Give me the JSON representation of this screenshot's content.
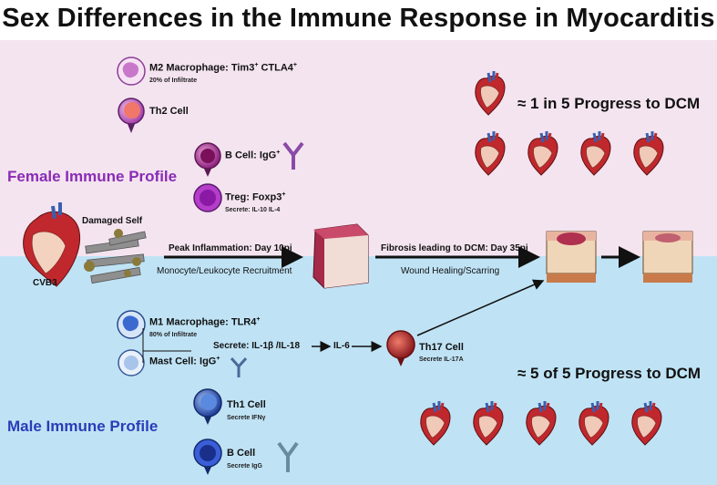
{
  "title": "Sex Differences in the Immune Response in Myocarditis",
  "female": {
    "profile_label": "Female Immune Profile",
    "m2_label": "M2 Macrophage: Tim3",
    "m2_sup1": "+",
    "m2_label2": " CTLA4",
    "m2_sup2": "+",
    "m2_sub": "20% of Infiltrate",
    "th2_label": "Th2 Cell",
    "bcell_label": "B Cell: IgG",
    "bcell_sup": "+",
    "treg_label": "Treg: Foxp3",
    "treg_sup": "+",
    "treg_sub": "Secrete: IL-10 IL-4",
    "outcome": "≈ 1 in 5 Progress to DCM"
  },
  "male": {
    "profile_label": "Male Immune Profile",
    "m1_label": "M1 Macrophage: TLR4",
    "m1_sup": "+",
    "m1_sub": "80% of Infiltrate",
    "mast_label": "Mast Cell: IgG",
    "mast_sup": "+",
    "secrete_label": "Secrete: IL-1β /IL-18",
    "il6_label": "IL-6",
    "th17_label": "Th17 Cell",
    "th17_sub": "Secrete IL-17A",
    "th1_label": "Th1 Cell",
    "th1_sub": "Secrete IFNγ",
    "bcell_label": "B Cell",
    "bcell_sub": "Secrete IgG",
    "outcome": "≈ 5 of 5 Progress to DCM"
  },
  "timeline": {
    "damaged_self": "Damaged Self",
    "cvb3": "CVB3",
    "peak": "Peak Inflammation: Day 10pi",
    "recruit": "Monocyte/Leukocyte Recruitment",
    "fibrosis": "Fibrosis leading to DCM: Day 35pi",
    "healing": "Wound Healing/Scarring"
  },
  "colors": {
    "female_band": "#f4e4f0",
    "male_band": "#bfe3f5",
    "female_text": "#8a2bb5",
    "male_text": "#2a3db8",
    "heart_red": "#c0282d"
  }
}
